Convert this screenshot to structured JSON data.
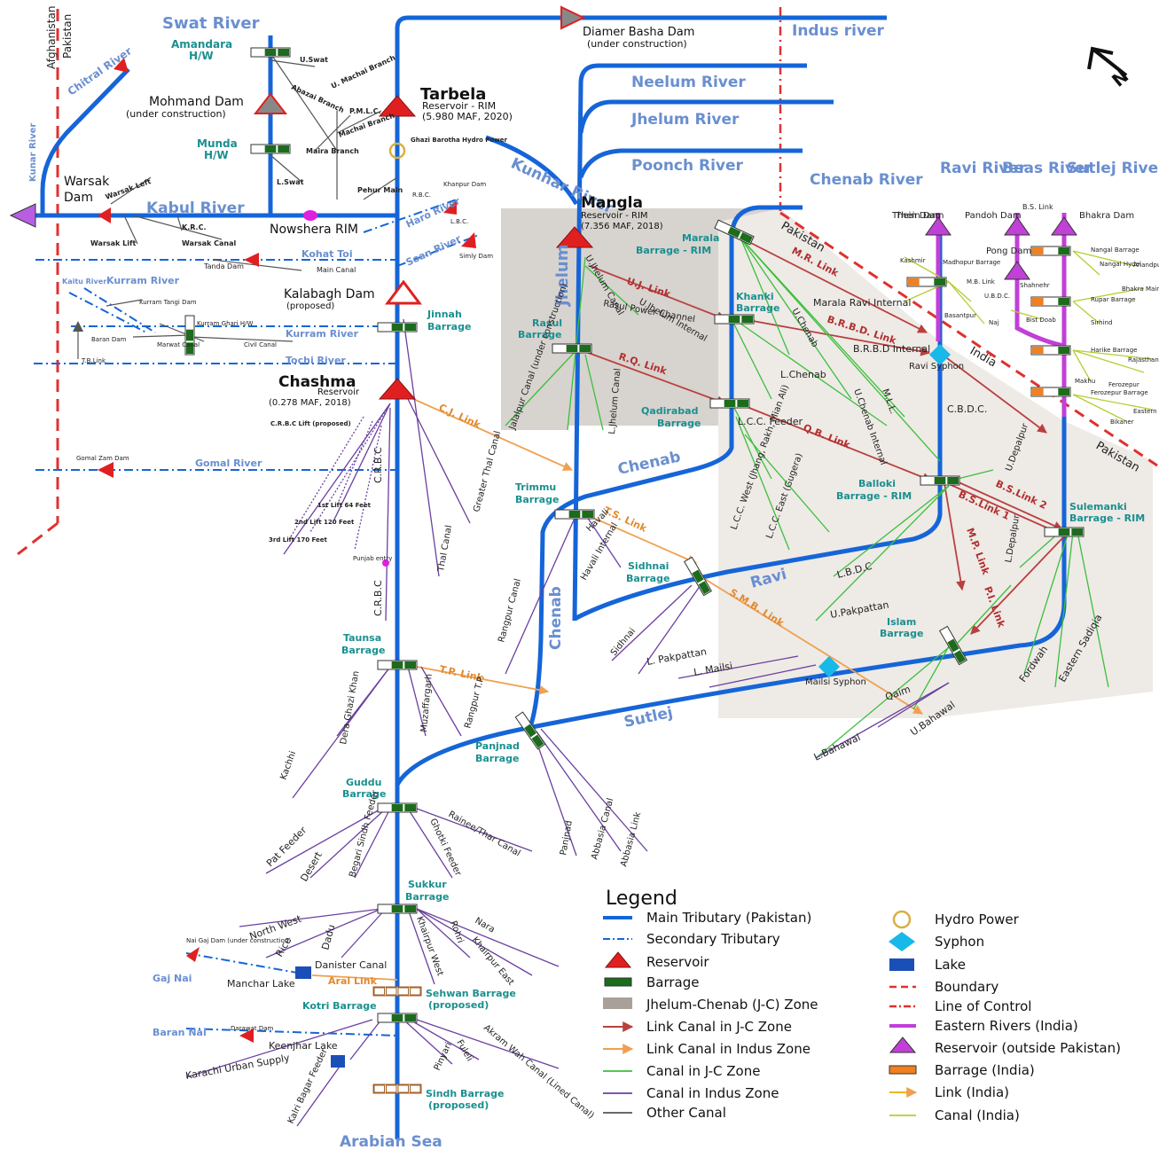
{
  "borders": {
    "afghanistan": "Afghanistan",
    "pakistan": "Pakistan",
    "pakistan2": "Pakistan",
    "pakistan3": "Pakistan",
    "india": "India"
  },
  "rivers": {
    "swat": "Swat River",
    "chitral": "Chitral River",
    "kunar": "Kunar River",
    "kabul": "Kabul River",
    "indus": "Indus river",
    "neelum": "Neelum River",
    "jhelum_top": "Jhelum River",
    "poonch": "Poonch River",
    "kunhar": "Kunhar River",
    "chenab_top": "Chenab River",
    "ravi_top": "Ravi River",
    "beas_top": "Beas River",
    "sutlej_top": "Sutlej River",
    "haro": "Haro River",
    "soan": "Soan River",
    "kohat_toi": "Kohat Toi",
    "kurram": "Kurram River",
    "kurram2": "Kurram River",
    "tochi": "Tochi River",
    "gomal": "Gomal River",
    "kaitu": "Kaitu River",
    "jhelum_mid": "Jhelum",
    "chenab_mid": "Chenab",
    "chenab_low": "Chenab",
    "ravi_mid": "Ravi",
    "sutlej_mid": "Sutlej",
    "arabian": "Arabian Sea",
    "gaj": "Gaj Nai",
    "baran": "Baran Nai"
  },
  "reservoirs": {
    "tarbela_name": "Tarbela",
    "tarbela_type": "Reservoir - RIM",
    "tarbela_cap": "(5.980 MAF, 2020)",
    "mangla_name": "Mangla",
    "mangla_type": "Reservoir - RIM",
    "mangla_cap": "(7.356 MAF, 2018)",
    "chashma_name": "Chashma",
    "chashma_type": "Reservoir",
    "chashma_cap": "(0.278 MAF, 2018)",
    "kalabagh": "Kalabagh Dam",
    "kalabagh_note": "(proposed)",
    "mohmand": "Mohmand Dam",
    "mohmand_note": "(under construction)",
    "diamer": "Diamer Basha Dam",
    "diamer_note": "(under construction)",
    "warsak": "Warsak",
    "warsak2": "Dam",
    "nowshera": "Nowshera RIM"
  },
  "barrages": {
    "amandara": "Amandara",
    "amandara2": "H/W",
    "munda": "Munda",
    "munda2": "H/W",
    "jinnah": "Jinnah",
    "jinnah2": "Barrage",
    "rasul": "Rasul",
    "rasul2": "Barrage",
    "marala": "Marala",
    "marala2": "Barrage - RIM",
    "khanki": "Khanki",
    "khanki2": "Barrage",
    "qadirabad": "Qadirabad",
    "qadirabad2": "Barrage",
    "trimmu": "Trimmu",
    "trimmu2": "Barrage",
    "sidhnai": "Sidhnai",
    "sidhnai2": "Barrage",
    "balloki": "Balloki",
    "balloki2": "Barrage - RIM",
    "sulemanki": "Sulemanki",
    "sulemanki2": "Barrage - RIM",
    "islam": "Islam",
    "islam2": "Barrage",
    "taunsa": "Taunsa",
    "taunsa2": "Barrage",
    "panjnad": "Panjnad",
    "panjnad2": "Barrage",
    "guddu": "Guddu",
    "guddu2": "Barrage",
    "sukkur": "Sukkur",
    "sukkur2": "Barrage",
    "kotri": "Kotri Barrage",
    "sehwan": "Sehwan Barrage",
    "sehwan2": "(proposed)",
    "sindh": "Sindh Barrage",
    "sindh2": "(proposed)"
  },
  "links": {
    "mr": "M.R. Link",
    "uj": "U.J. Link",
    "rq": "R.Q. Link",
    "brbd": "B.R.B.D. Link",
    "qb": "Q.B. Link",
    "bs1": "B.S.Link 1",
    "bs2": "B.S.Link 2",
    "mp": "M.P. Link",
    "pi": "P.I. Link",
    "cj": "C.J. Link",
    "ts": "T.S. Link",
    "smb": "S.M.B. Link",
    "tp": "T.P. Link",
    "aral": "Aral Link"
  },
  "canals": {
    "uswat": "U.Swat",
    "abazai": "Abazai Branch",
    "umachai": "U. Machai Branch",
    "pmlc": "P.M.L.C.",
    "machai": "Machai Branch",
    "maira": "Maira Branch",
    "lswat": "L.Swat",
    "pehur": "Pehur Main",
    "warsakleft": "Warsak Left",
    "krc": "K.R.C.",
    "warsaklift": "Warsak Lift",
    "warsakcanal": "Warsak Canal",
    "maincanal": "Main Canal",
    "tanda": "Tanda Dam",
    "rbc": "R.B.C.",
    "lbc": "L.B.C.",
    "khanpur": "Khanpur Dam",
    "simly": "Simly Dam",
    "ghazi": "Ghazi Barotha Hydro Power",
    "kurramtangi": "Kurram Tangi Dam",
    "kurramghari": "Kurram Ghari H/W",
    "baran": "Baran Dam",
    "marwat": "Marwat Canal",
    "civil": "Civil Canal",
    "tblink": "T.B.Link",
    "crbclift": "C.R.B.C Lift (proposed)",
    "lift1": "1st Lift 64 Feet",
    "lift2": "2nd Lift 120 Feet",
    "lift3": "3rd Lift 170 Feet",
    "gomalzam": "Gomal Zam Dam",
    "crbc": "C.R.B.C",
    "crbc2": "C.R.B.C",
    "punjab": "Punjab entry",
    "greaterthal": "Greater Thal Canal",
    "thal": "Thal Canal",
    "ujhelum": "U.Jhelum Canal",
    "rasulpower": "Rasul Power Channel",
    "ujhelumint": "U.Jhelum Internal",
    "jalalpur": "Jalalpur Canal (under construction)",
    "ljhelum": "L.Jhelum Canal",
    "uchenab": "U.Chenab",
    "maralaravi": "Marala Ravi Internal",
    "lchenab": "L.Chenab",
    "brbdint": "B.R.B.D Internal",
    "uchenabint": "U.Chenab Internal",
    "mll": "M.L.L.",
    "lccfeeder": "L.C.C. Feeder",
    "lccwest": "L.C.C. West (Jhang, Rakh, Mian Ali)",
    "lcceast": "L.C.C. East (Gugera)",
    "cbdc": "C.B.D.C.",
    "udepalpur": "U.Depalpur",
    "ldepalpur": "L.Depalpur",
    "lbdc": "L.B.D.C",
    "upakpattan": "U.Pakpattan",
    "lpakpattan": "L. Pakpattan",
    "lmailsi": "L. Mailsi",
    "havali": "Havali",
    "havaliint": "Havali Internal",
    "sidhnai": "Sidhnai",
    "rangpur": "Rangpur Canal",
    "rangpurtp": "Rangpur T.P.",
    "muzaffargarh": "Muzaffargarh",
    "dgkhan": "Dera Ghazi Khan",
    "kachhi": "Kachhi",
    "qaim": "Qaim",
    "ubahawal": "U.Bahawal",
    "lbahawal": "L.Bahawal",
    "fordwah": "Fordwah",
    "eastsadiqia": "Eastern Sadiqia",
    "panjnad": "Panjnad",
    "abbasia": "Abbasia Canal",
    "abbasialink": "Abbasia Link",
    "patfeeder": "Pat Feeder",
    "desert": "Desert",
    "begari": "Begari Sindh Feeder",
    "ghotki": "Ghotki Feeder",
    "rainee": "Rainee/Thar Canal",
    "northwest": "North West",
    "rice": "Rice",
    "dadu": "Dadu",
    "khairpurwest": "Khairpur West",
    "rohri": "Rohri",
    "nara": "Nara",
    "khairpureast": "Khairpur East",
    "danister": "Danister Canal",
    "naigaj": "Nai Gaj Dam (under construction)",
    "manchar": "Manchar Lake",
    "darawat": "Darawat Dam",
    "keenjhar": "Keenjhar Lake",
    "karachi": "Karachi Urban Supply",
    "kalri": "Kalri Bagar Feeder",
    "pinyari": "Pinyari",
    "fuleli": "Fuleli",
    "akram": "Akram Wah Canal (Lined Canal)",
    "mailsi": "Mailsi Syphon",
    "ravisyphon": "Ravi Syphon"
  },
  "india": {
    "thein": "Thein Dam",
    "pandoh": "Pandoh Dam",
    "bhakra": "Bhakra Dam",
    "pong": "Pong Dam",
    "bslink": "B.S. Link",
    "nangal": "Nangal Barrage",
    "nangalhydel": "Nangal Hydel",
    "anandpur": "Anandpur",
    "bhakramain": "Bhakra Main",
    "rupar": "Rupar Barrage",
    "sirhind": "Sirhind",
    "harike": "Harike Barrage",
    "rajasthan": "Rajasthan",
    "sirhind2": "Sirhind",
    "makhu": "Makhu",
    "ferozepur": "Ferozepur",
    "ferozepurbar": "Ferozepur Barrage",
    "eastern": "Eastern",
    "bikaner": "Bikaner",
    "kashmir": "Kashmir",
    "madhopur": "Madhopur Barrage",
    "ml": "M.B. Link",
    "shahnehr": "Shahnehr",
    "ubdc": "U.B.D.C.",
    "basantpur": "Basantpur",
    "naj": "Naj",
    "bistdoab": "Bist Doab"
  },
  "legend": {
    "title": "Legend",
    "items": [
      "Main Tributary (Pakistan)",
      "Secondary Tributary",
      "Reservoir",
      "Barrage",
      "Jhelum-Chenab (J-C) Zone",
      "Link Canal in J-C Zone",
      "Link Canal in Indus Zone",
      "Canal in J-C Zone",
      "Canal in Indus Zone",
      "Other Canal",
      "Hydro Power",
      "Syphon",
      "Lake",
      "Boundary",
      "Line of Control",
      "Eastern Rivers (India)",
      "Reservoir (outside Pakistan)",
      "Barrage (India)",
      "Link (India)",
      "Canal (India)"
    ]
  },
  "north": "N",
  "colors": {
    "river": "#1565d8",
    "river_light": "#6a8fd0",
    "jc_zone": "#d7d3cf",
    "indus_zone": "#eeeae6",
    "link_jc": "#b94040",
    "link_indus": "#f0a050",
    "canal_jc": "#3cbf3c",
    "canal_indus": "#6b3fa0",
    "other": "#555555",
    "india_river": "#c040d8",
    "india_canal": "#b8cc30",
    "boundary": "#e03030",
    "syphon": "#18b8e8",
    "barrage_green": "#1d6b1d",
    "teal": "#1a8f8f"
  }
}
